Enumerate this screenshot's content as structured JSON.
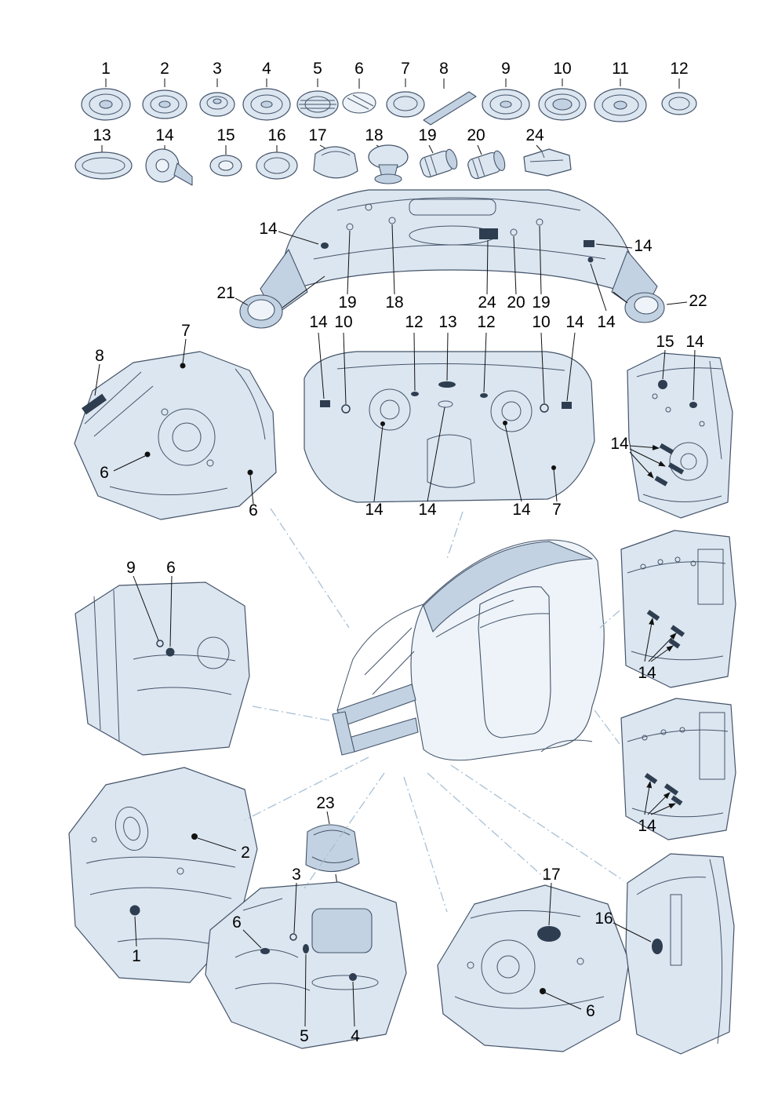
{
  "colors": {
    "art_fill": "#dce6f0",
    "art_fill2": "#c3d2e2",
    "art_fill_light": "#edf3f8",
    "art_stroke": "#44546a",
    "mark": "#2e3d50",
    "connector": "#a9c0d4"
  },
  "legend_row1": [
    "1",
    "2",
    "3",
    "4",
    "5",
    "6",
    "7",
    "8",
    "9",
    "10",
    "11",
    "12"
  ],
  "legend_row2": [
    "13",
    "14",
    "15",
    "16",
    "17",
    "18",
    "19",
    "20",
    "24"
  ],
  "callouts": [
    "14",
    "14",
    "21",
    "19",
    "18",
    "24",
    "20",
    "19",
    "14",
    "22",
    "14",
    "10",
    "12",
    "13",
    "12",
    "10",
    "14",
    "7",
    "8",
    "6",
    "6",
    "14",
    "14",
    "14",
    "7",
    "15",
    "14",
    "14",
    "9",
    "6",
    "14",
    "14",
    "2",
    "1",
    "23",
    "3",
    "6",
    "5",
    "4",
    "17",
    "16",
    "6"
  ]
}
